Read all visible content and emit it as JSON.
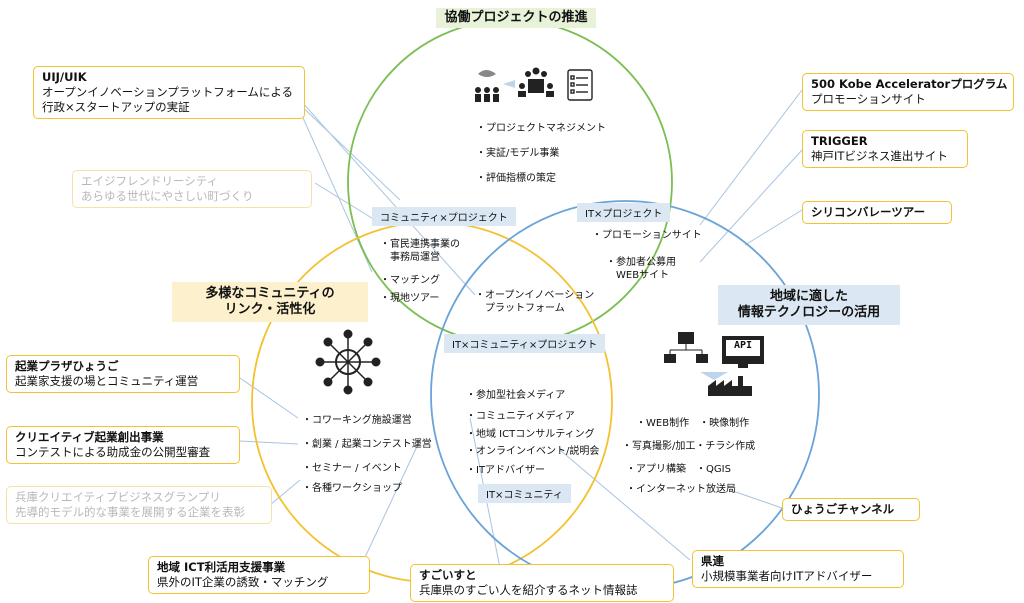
{
  "circles": {
    "project_title": "協働プロジェクトの推進",
    "community_title": "多様なコミュニティの\nリンク・活性化",
    "it_title": "地域に適した\n情報テクノロジーの活用"
  },
  "project_items": [
    "・プロジェクトマネジメント",
    "・実証/モデル事業",
    "・評価指標の策定"
  ],
  "overlap_labels": {
    "community_project": "コミュニティ×プロジェクト",
    "it_project": "IT×プロジェクト",
    "all_three": "IT×コミュニティ×プロジェクト",
    "it_community": "IT×コミュニティ"
  },
  "community_project_items": [
    "・官民連携事業の\n　事務局運営",
    "・マッチング",
    "・現地ツアー"
  ],
  "it_project_items": [
    "・プロモーションサイト",
    "・参加者公募用\n　WEBサイト"
  ],
  "center_item": "・オープンイノベーション\n　プラットフォーム",
  "community_items": [
    "・コワーキング施設運営",
    "・創業 / 起業コンテスト運営",
    "・セミナー / イベント",
    "・各種ワークショップ"
  ],
  "it_community_items": [
    "・参加型社会メディア",
    "・コミュニティメディア",
    "・地域 ICTコンサルティング",
    "・オンラインイベント/説明会",
    "・ITアドバイザー"
  ],
  "it_items": [
    "・WEB制作　・映像制作",
    "・写真撮影/加工・チラシ作成",
    "・アプリ構築　・QGIS",
    "・インターネット放送局"
  ],
  "api_label": "API",
  "boxes": {
    "uij": {
      "title": "UIJ/UIK",
      "desc": "オープンイノベーションプラットフォームによる\n行政×スタートアップの実証"
    },
    "age": {
      "title": "エイジフレンドリーシティ",
      "desc": "あらゆる世代にやさしい町づくり"
    },
    "kigyo": {
      "title": "起業プラザひょうご",
      "desc": "起業家支援の場とコミュニティ運営"
    },
    "creative": {
      "title": "クリエイティブ起業創出事業",
      "desc": "コンテストによる助成金の公開型審査"
    },
    "hyogo_gp": {
      "title": "兵庫クリエイティブビジネスグランプリ",
      "desc": "先導的モデル的な事業を展開する企業を表彰"
    },
    "ict": {
      "title": "地域 ICT利活用支援事業",
      "desc": "県外のIT企業の誘致・マッチング"
    },
    "sugoi": {
      "title": "すごいすと",
      "desc": "兵庫県のすごい人を紹介するネット情報誌"
    },
    "kenren": {
      "title": "県連",
      "desc": "小規模事業者向けITアドバイザー"
    },
    "hyogo_ch": {
      "title": "ひょうごチャンネル"
    },
    "kobe500": {
      "title": "500 Kobe Acceleratorプログラム",
      "desc": "プロモーションサイト"
    },
    "trigger": {
      "title": "TRIGGER",
      "desc": "神戸ITビジネス進出サイト"
    },
    "silicon": {
      "title": "シリコンバレーツアー"
    }
  },
  "colors": {
    "project_circle": "#7bbf52",
    "community_circle": "#f2c230",
    "it_circle": "#6aa3d8",
    "label_bg": "#dbe7f3",
    "box_border": "#f2c230"
  }
}
